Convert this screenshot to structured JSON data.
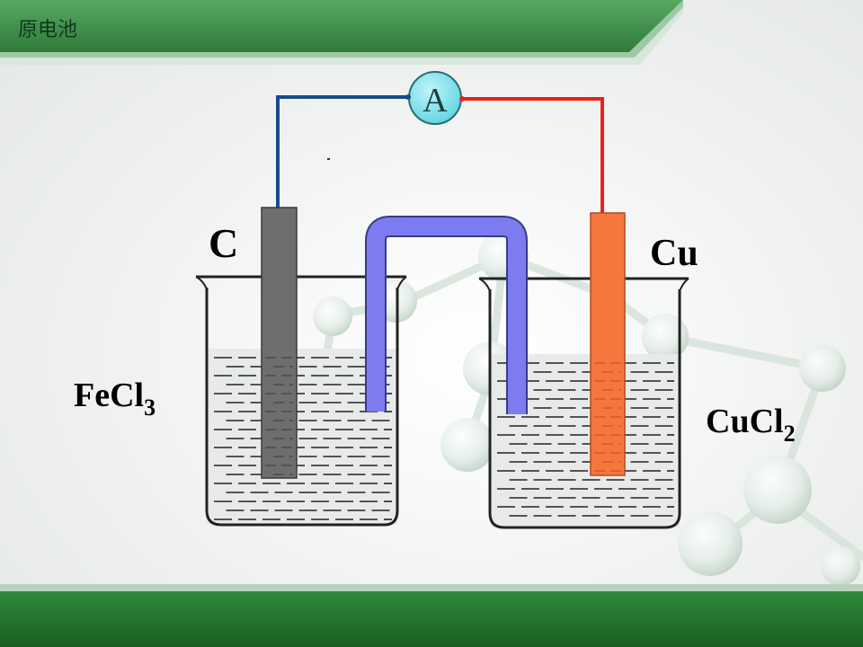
{
  "slide": {
    "title": "原电池",
    "colors": {
      "header_green": "#3c8c4a",
      "footer_green": "#1f6e2a",
      "wire_left": "#1a4a8a",
      "wire_right": "#e8231c",
      "ammeter_fill": "#7fe3ee",
      "carbon_electrode": "#6e6e6e",
      "copper_electrode": "#f5773d",
      "salt_bridge": "#7c7cf0"
    }
  },
  "diagram": {
    "ammeter_label": "A",
    "left_electrode_label": "C",
    "right_electrode_label": "Cu",
    "left_solution": {
      "formula": "FeCl",
      "subscript": "3"
    },
    "right_solution": {
      "formula": "CuCl",
      "subscript": "2"
    }
  }
}
